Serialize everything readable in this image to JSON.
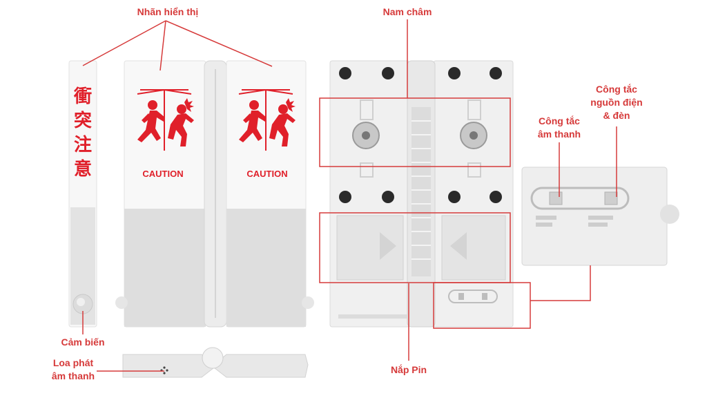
{
  "labels": {
    "display_label": "Nhãn hiển thị",
    "magnet": "Nam châm",
    "sound_switch": [
      "Công tắc",
      "âm thanh"
    ],
    "power_switch": [
      "Công tắc",
      "nguồn điện",
      "& đèn"
    ],
    "sensor": "Cảm biến",
    "speaker": [
      "Loa phát",
      "âm thanh"
    ],
    "battery_cover": "Nắp Pin"
  },
  "product": {
    "caution_text": "CAUTION",
    "kanji": [
      "衝",
      "突",
      "注",
      "意"
    ]
  },
  "colors": {
    "accent": "#d63a3a",
    "sign_red": "#e0202a",
    "panel_light": "#f4f4f4",
    "panel_grey": "#dcdcdc"
  }
}
